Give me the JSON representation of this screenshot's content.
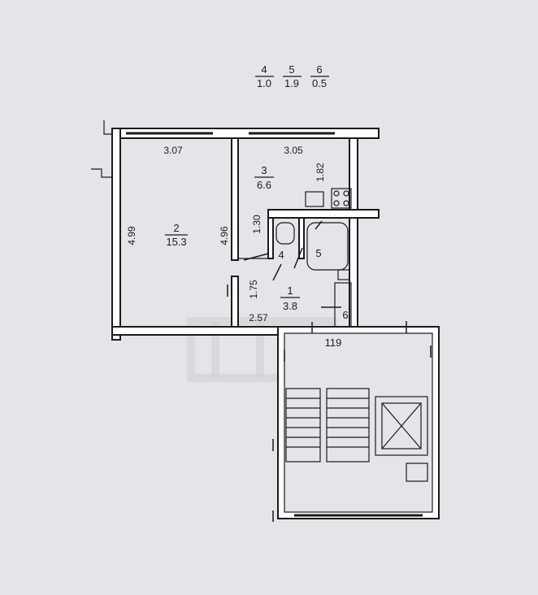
{
  "legend": [
    {
      "room": "4",
      "area": "1.0"
    },
    {
      "room": "5",
      "area": "1.9"
    },
    {
      "room": "6",
      "area": "0.5"
    }
  ],
  "rooms": [
    {
      "num": "1",
      "area": "3.8"
    },
    {
      "num": "2",
      "area": "15.3"
    },
    {
      "num": "3",
      "area": "6.6"
    },
    {
      "num": "4"
    },
    {
      "num": "5"
    },
    {
      "num": "6"
    }
  ],
  "dimensions": {
    "d307": "3.07",
    "d305": "3.05",
    "d182": "1.82",
    "d499": "4.99",
    "d496": "4.96",
    "d130": "1.30",
    "d175": "1.75",
    "d257": "2.57",
    "d119": "119"
  }
}
